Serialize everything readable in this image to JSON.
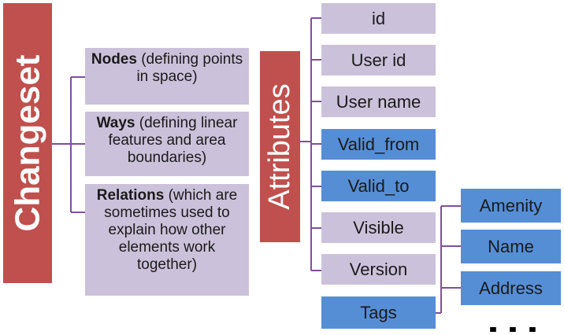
{
  "changeset": {
    "title": "Changeset"
  },
  "categories": [
    {
      "name": "Nodes",
      "desc": "(defining points in space)"
    },
    {
      "name": "Ways",
      "desc": "(defining linear features and area boundaries)"
    },
    {
      "name": "Relations",
      "desc": "(which are sometimes used to explain how other elements work together)"
    }
  ],
  "attributes": {
    "title": "Attributes",
    "items": [
      {
        "label": "id",
        "highlight": false
      },
      {
        "label": "User id",
        "highlight": false
      },
      {
        "label": "User name",
        "highlight": false
      },
      {
        "label": "Valid_from",
        "highlight": true
      },
      {
        "label": "Valid_to",
        "highlight": true
      },
      {
        "label": "Visible",
        "highlight": false
      },
      {
        "label": "Version",
        "highlight": false
      },
      {
        "label": "Tags",
        "highlight": true
      }
    ]
  },
  "tags": {
    "items": [
      "Amenity",
      "Name",
      "Address"
    ],
    "more": "..."
  },
  "colors": {
    "red_bar": "#c0504d",
    "purple_box": "#ccc1da",
    "blue_box": "#558ed5",
    "connector": "#7f4f9f"
  }
}
